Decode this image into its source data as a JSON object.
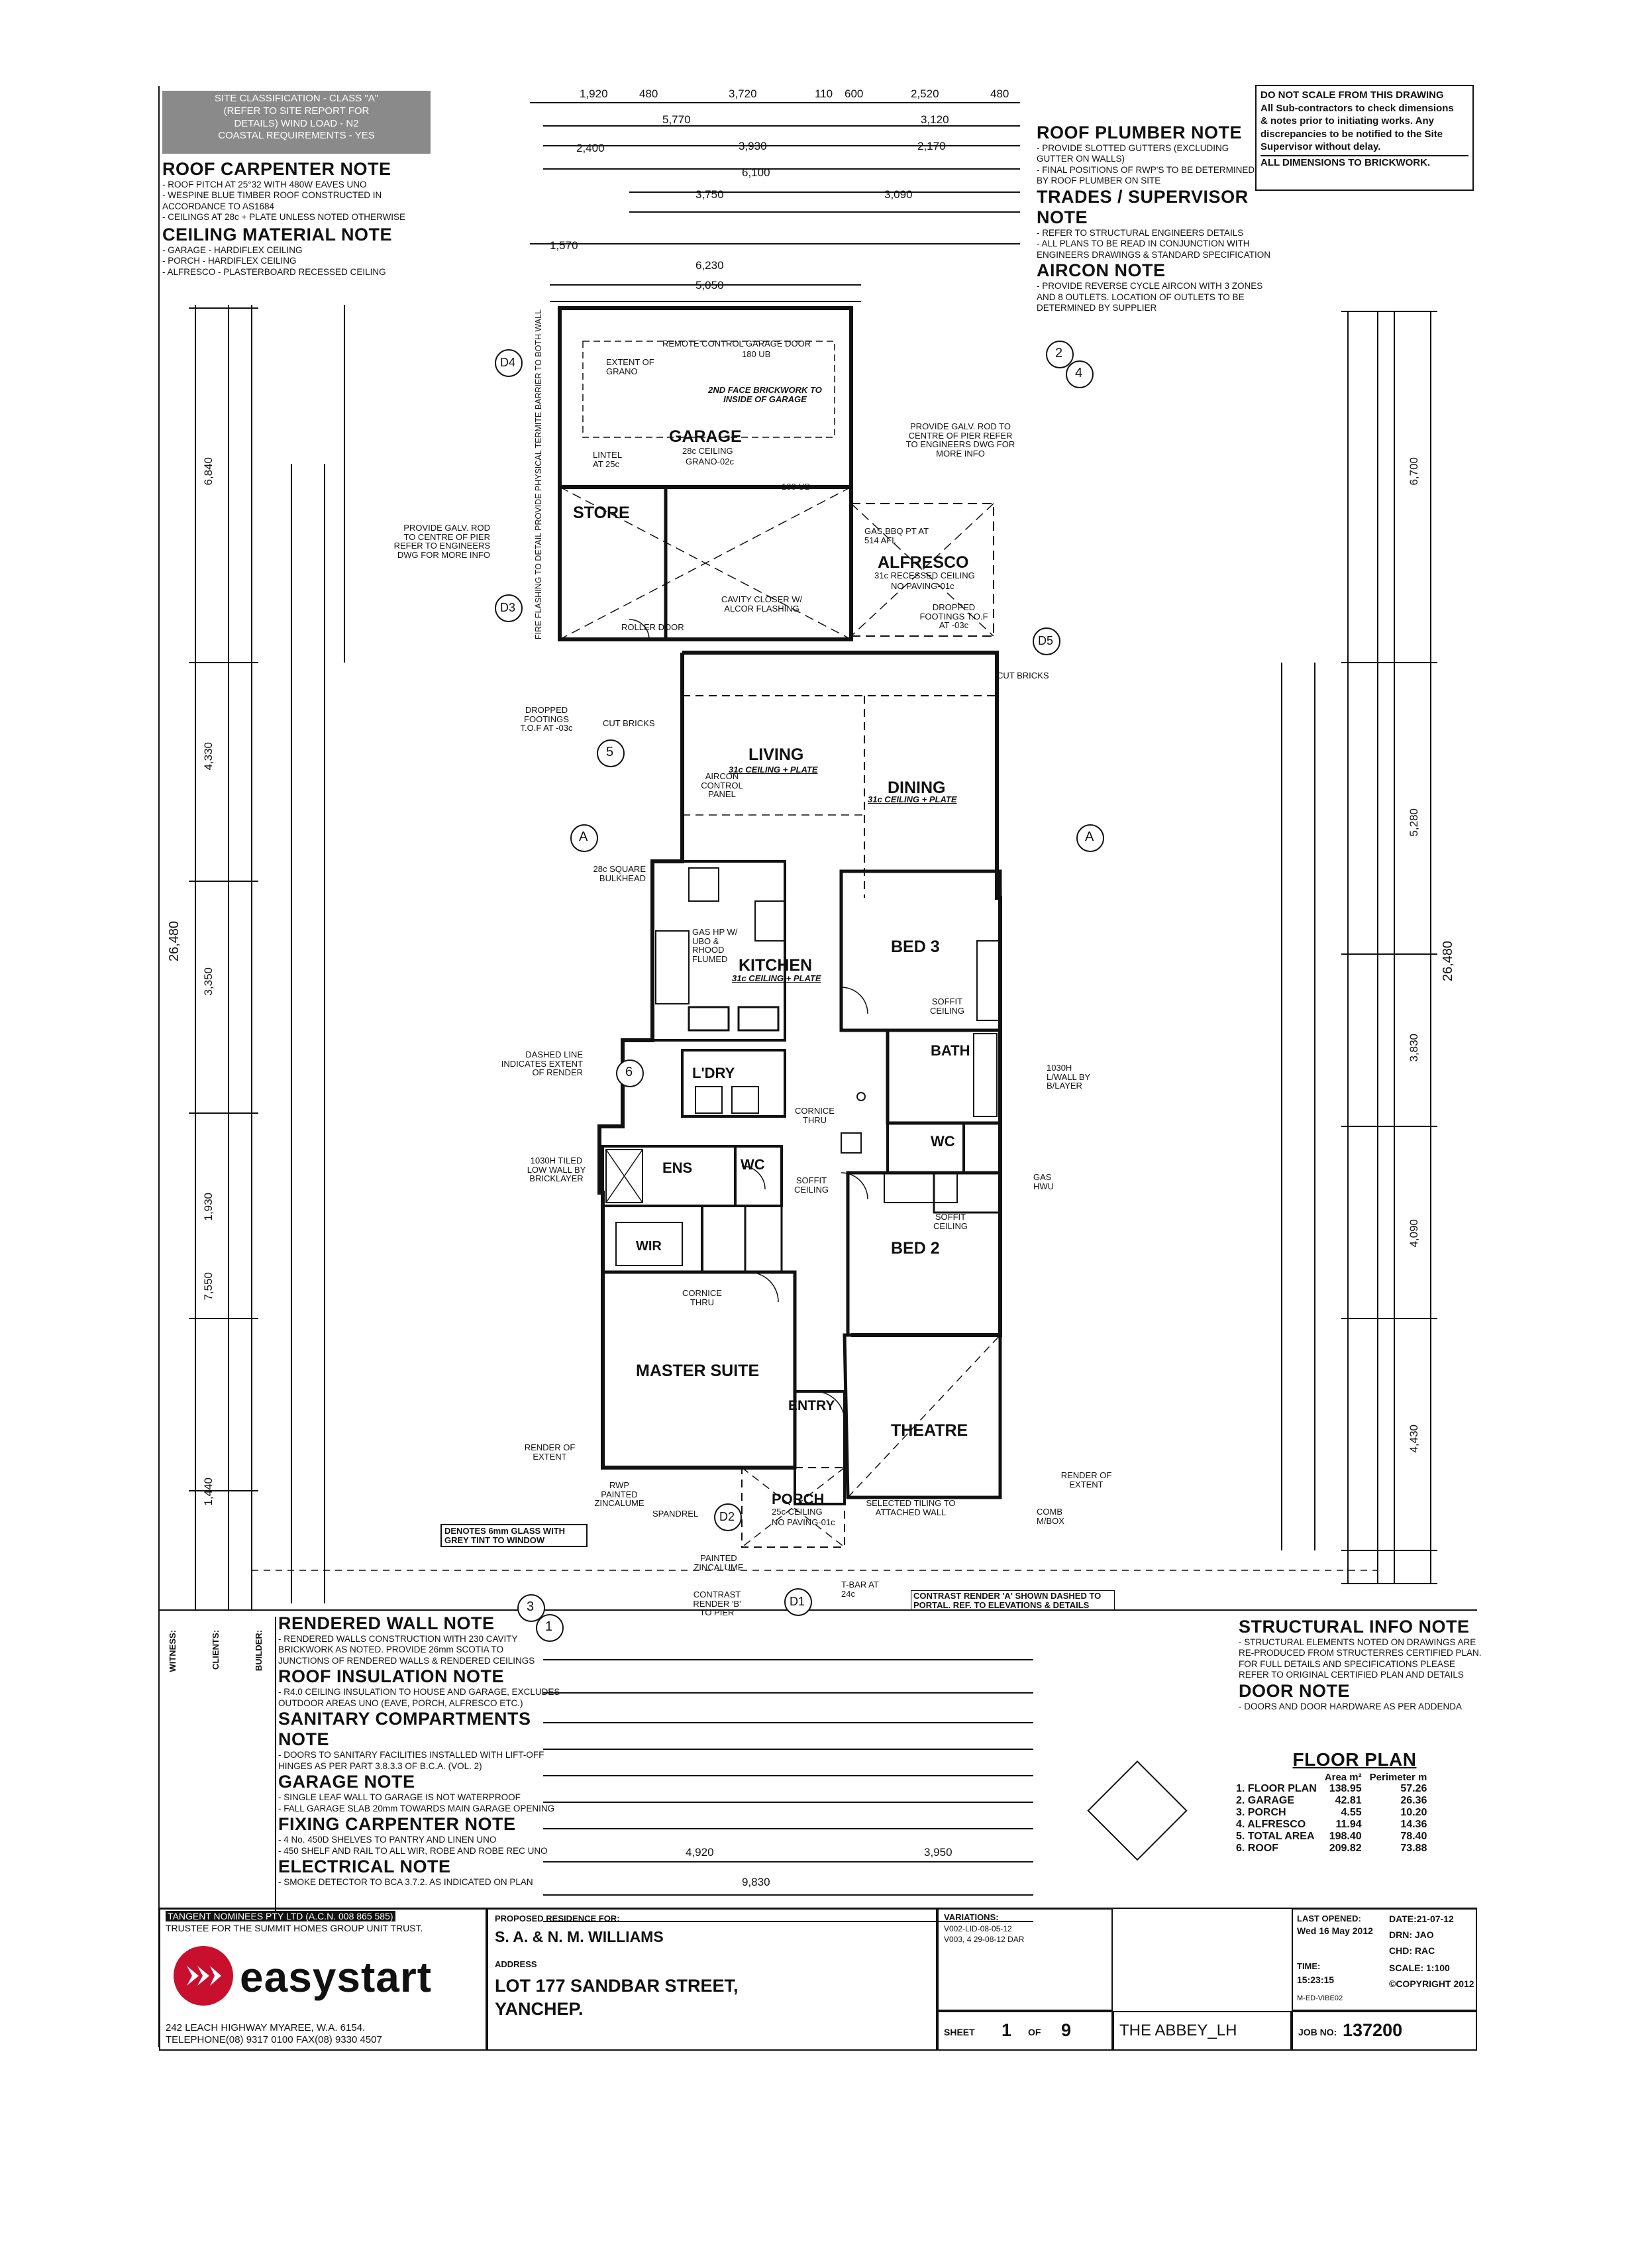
{
  "site_classification": [
    "SITE CLASSIFICATION - CLASS \"A\"",
    "(REFER TO SITE REPORT FOR",
    "DETAILS) WIND LOAD - N2",
    "COASTAL REQUIREMENTS - YES"
  ],
  "notes_left_top": [
    {
      "title": "ROOF CARPENTER NOTE",
      "lines": [
        "- ROOF PITCH AT 25°32 WITH 480W EAVES UNO",
        "- WESPINE BLUE TIMBER ROOF CONSTRUCTED IN",
        "ACCORDANCE TO AS1684",
        "- CEILINGS AT 28c + PLATE UNLESS NOTED OTHERWISE"
      ]
    },
    {
      "title": "CEILING MATERIAL NOTE",
      "lines": [
        "- GARAGE - HARDIFLEX CEILING",
        "- PORCH - HARDIFLEX CEILING",
        "- ALFRESCO - PLASTERBOARD RECESSED CEILING"
      ]
    }
  ],
  "notes_right_top": [
    {
      "title": "ROOF PLUMBER NOTE",
      "lines": [
        "- PROVIDE SLOTTED GUTTERS (EXCLUDING",
        "GUTTER ON WALLS)",
        "- FINAL POSITIONS OF RWP'S TO BE DETERMINED",
        "BY ROOF PLUMBER ON SITE"
      ]
    },
    {
      "title": "TRADES / SUPERVISOR NOTE",
      "lines": [
        "- REFER TO STRUCTURAL ENGINEERS DETAILS",
        "- ALL PLANS TO BE READ IN CONJUNCTION WITH",
        "ENGINEERS DRAWINGS & STANDARD SPECIFICATION"
      ]
    },
    {
      "title": "AIRCON NOTE",
      "lines": [
        "- PROVIDE REVERSE CYCLE AIRCON WITH 3 ZONES",
        "AND 8 OUTLETS. LOCATION OF OUTLETS TO BE",
        "DETERMINED BY SUPPLIER"
      ]
    }
  ],
  "scale_warning": [
    "DO NOT SCALE FROM THIS DRAWING",
    "All Sub-contractors to check dimensions",
    "& notes prior to initiating works. Any",
    "discrepancies to be notified to the Site",
    "Supervisor without delay."
  ],
  "scale_warning_last": "ALL DIMENSIONS TO BRICKWORK.",
  "notes_bottom_left": [
    {
      "title": "RENDERED WALL NOTE",
      "lines": [
        "- RENDERED WALLS CONSTRUCTION WITH 230 CAVITY",
        "BRICKWORK AS NOTED. PROVIDE 26mm SCOTIA TO",
        "JUNCTIONS OF RENDERED WALLS & RENDERED CEILINGS"
      ]
    },
    {
      "title": "ROOF INSULATION NOTE",
      "lines": [
        "- R4.0 CEILING INSULATION TO HOUSE AND GARAGE, EXCLUDES",
        "OUTDOOR AREAS UNO (EAVE, PORCH, ALFRESCO ETC.)"
      ]
    },
    {
      "title": "SANITARY COMPARTMENTS NOTE",
      "lines": [
        "- DOORS TO SANITARY FACILITIES INSTALLED WITH LIFT-OFF",
        "HINGES AS PER PART 3.8.3.3 OF B.C.A. (VOL. 2)"
      ]
    },
    {
      "title": "GARAGE NOTE",
      "lines": [
        "- SINGLE LEAF WALL TO GARAGE IS NOT WATERPROOF",
        "- FALL GARAGE SLAB 20mm TOWARDS MAIN GARAGE OPENING"
      ]
    },
    {
      "title": "FIXING CARPENTER NOTE",
      "lines": [
        "- 4 No. 450D SHELVES TO PANTRY AND LINEN UNO",
        "- 450 SHELF AND RAIL TO ALL WIR, ROBE AND ROBE REC UNO"
      ]
    },
    {
      "title": "ELECTRICAL NOTE",
      "lines": [
        "- SMOKE DETECTOR TO BCA 3.7.2. AS INDICATED ON PLAN"
      ]
    }
  ],
  "notes_bottom_right": [
    {
      "title": "STRUCTURAL INFO NOTE",
      "lines": [
        "- STRUCTURAL ELEMENTS NOTED ON DRAWINGS ARE",
        "RE-PRODUCED FROM STRUCTERRES CERTIFIED PLAN.",
        "FOR FULL DETAILS AND SPECIFICATIONS PLEASE",
        "REFER TO ORIGINAL CERTIFIED PLAN AND DETAILS"
      ]
    },
    {
      "title": "DOOR NOTE",
      "lines": [
        "- DOORS AND DOOR HARDWARE AS PER ADDENDA"
      ]
    }
  ],
  "floor_plan_table": {
    "title": "FLOOR PLAN",
    "col_area": "Area m²",
    "col_perimeter": "Perimeter m",
    "rows": [
      {
        "name": "1. FLOOR PLAN",
        "area": "138.95",
        "perimeter": "57.26"
      },
      {
        "name": "2. GARAGE",
        "area": "42.81",
        "perimeter": "26.36"
      },
      {
        "name": "3. PORCH",
        "area": "4.55",
        "perimeter": "10.20"
      },
      {
        "name": "4. ALFRESCO",
        "area": "11.94",
        "perimeter": "14.36"
      },
      {
        "name": "5. TOTAL AREA",
        "area": "198.40",
        "perimeter": "78.40"
      },
      {
        "name": "6. ROOF",
        "area": "209.82",
        "perimeter": "73.88"
      }
    ]
  },
  "rooms": [
    {
      "id": "garage",
      "label": "GARAGE",
      "sub": "28c CEILING",
      "sub2": "GRANO-02c"
    },
    {
      "id": "store",
      "label": "STORE",
      "sub": "",
      "sub2": ""
    },
    {
      "id": "alfresco",
      "label": "ALFRESCO",
      "sub": "31c RECESSED CEILING",
      "sub2": "NO PAVING-01c"
    },
    {
      "id": "living",
      "label": "LIVING",
      "sub": "31c CEILING + PLATE",
      "sub2": ""
    },
    {
      "id": "dining",
      "label": "DINING",
      "sub": "31c CEILING + PLATE",
      "sub2": ""
    },
    {
      "id": "kitchen",
      "label": "KITCHEN",
      "sub": "31c CEILING + PLATE",
      "sub2": ""
    },
    {
      "id": "bed3",
      "label": "BED 3",
      "sub": "",
      "sub2": ""
    },
    {
      "id": "bath",
      "label": "BATH",
      "sub": "",
      "sub2": ""
    },
    {
      "id": "ldry",
      "label": "L'DRY",
      "sub": "",
      "sub2": ""
    },
    {
      "id": "ens",
      "label": "ENS",
      "sub": "",
      "sub2": ""
    },
    {
      "id": "wc1",
      "label": "WC",
      "sub": "",
      "sub2": ""
    },
    {
      "id": "wc2",
      "label": "WC",
      "sub": "",
      "sub2": ""
    },
    {
      "id": "wir",
      "label": "WIR",
      "sub": "",
      "sub2": ""
    },
    {
      "id": "bed2",
      "label": "BED 2",
      "sub": "",
      "sub2": ""
    },
    {
      "id": "master",
      "label": "MASTER SUITE",
      "sub": "",
      "sub2": ""
    },
    {
      "id": "entry",
      "label": "ENTRY",
      "sub": "",
      "sub2": ""
    },
    {
      "id": "theatre",
      "label": "THEATRE",
      "sub": "",
      "sub2": ""
    },
    {
      "id": "porch",
      "label": "PORCH",
      "sub": "25c CEILING",
      "sub2": "NO PAVING-01c"
    }
  ],
  "plan_annotations": {
    "remote_garage_door": "REMOTE CONTROL GARAGE DOOR",
    "extent_of_grano": "EXTENT OF GRANO",
    "second_face_brickwork": "2ND FACE BRICKWORK TO INSIDE OF GARAGE",
    "lintel": "LINTEL AT 25c",
    "ub180": "180 UB",
    "cavity_closer": "CAVITY CLOSER W/ ALCOR FLASHING",
    "gas_bbq": "GAS BBQ PT AT 514 AFL",
    "provide_galv_rod": "PROVIDE GALV. ROD TO CENTRE OF PIER REFER TO ENGINEERS DWG FOR MORE INFO",
    "dropped_footings": "DROPPED FOOTINGS T.O.F AT -03c",
    "fire_flashing": "FIRE FLASHING TO DETAIL PROVIDE PHYSICAL TERMITE BARRIER TO BOTH WALL",
    "aircon_panel": "AIRCON CONTROL PANEL",
    "bulkhead": "28c SQUARE BULKHEAD",
    "gas_hp": "GAS HP W/ UBO & RHOOD FLUMED",
    "soffit_ceiling": "SOFFIT CEILING",
    "dashed_line": "DASHED LINE INDICATES EXTENT OF RENDER",
    "tiled_low_wall": "1030H TILED LOW WALL BY BRICKLAYER",
    "cornice_thru": "CORNICE THRU",
    "gas_hwu": "GAS HWU",
    "render_of_extent": "RENDER OF EXTENT",
    "rwp_painted": "RWP PAINTED ZINCALUME",
    "spandrel": "SPANDREL",
    "selected_tiling": "SELECTED TILING TO ATTACHED WALL",
    "comb_mbox": "COMB M/BOX",
    "contrast_render": "CONTRAST RENDER 'B' TO PIER",
    "t_bar": "T-BAR AT 24c",
    "contrast_note": "CONTRAST RENDER 'A' SHOWN DASHED TO PORTAL. REF. TO ELEVATIONS & DETAILS",
    "glass_note": "DENOTES 6mm GLASS WITH GREY TINT TO WINDOW",
    "painted_zincalume": "PAINTED ZINCALUME",
    "dropped_footings_left": "DROPPED FOOTINGS T.O.F AT -03c",
    "l_wall": "1030H L/WALL BY B/LAYER",
    "roller_door": "ROLLER DOOR",
    "cut_bricks": "CUT BRICKS"
  },
  "top_dims": {
    "row1": [
      "1,920",
      "480",
      "3,720",
      "110",
      "600",
      "2,520",
      "480"
    ],
    "row2": [
      "5,770",
      "3,120"
    ],
    "row3": [
      "2,400",
      "3,930",
      "2,170"
    ],
    "row4": [
      "6,100",
      "3,750",
      "3,090"
    ],
    "row5": [
      "1,570",
      "6,230",
      "5,050"
    ]
  },
  "overall_dims": {
    "left_height": "26,480",
    "right_height": "26,480",
    "left_sub": [
      "6,840",
      "4,330",
      "3,350",
      "1,930",
      "7,550",
      "1,440"
    ],
    "right_sub": [
      "6,700",
      "5,280",
      "3,830",
      "4,090",
      "4,430"
    ],
    "bottom_width": "9,830",
    "bottom_sub": [
      "4,920",
      "3,950"
    ]
  },
  "section_markers": [
    "D4",
    "D3",
    "D2",
    "D1",
    "D5",
    "5",
    "6",
    "A",
    "A",
    "2",
    "4",
    "3",
    "1"
  ],
  "side_labels": [
    "WITNESS:",
    "CLIENTS:",
    "BUILDER:"
  ],
  "title_block": {
    "company_line1": "TANGENT NOMINEES PTY LTD (A.C.N. 008 865 585)",
    "company_line2": "TRUSTEE FOR THE SUMMIT HOMES GROUP UNIT TRUST.",
    "logo_text": "easystart",
    "address_line1": "242 LEACH HIGHWAY MYAREE, W.A. 6154.",
    "address_line2": "TELEPHONE(08) 9317 0100 FAX(08) 9330 4507",
    "proposed_label": "PROPOSED RESIDENCE FOR:",
    "client_name": "S. A. & N. M. WILLIAMS",
    "address_label": "ADDRESS",
    "lot_line1": "LOT 177 SANDBAR STREET,",
    "lot_line2": "YANCHEP.",
    "variations_label": "VARIATIONS:",
    "variation1": "V002-LID-08-05-12",
    "variation2": "V003, 4 29-08-12 DAR",
    "sheet_label": "SHEET",
    "sheet_num": "1",
    "of_label": "OF",
    "sheet_total": "9",
    "design_name": "THE ABBEY_LH",
    "last_opened_label": "LAST OPENED:",
    "last_opened": "Wed 16 May 2012",
    "time_label": "TIME:",
    "time": "15:23:15",
    "file_code": "M-ED-VIBE02",
    "date_label": "DATE:21-07-12",
    "drn": "DRN: JAO",
    "chd": "CHD: RAC",
    "scale": "SCALE: 1:100",
    "copyright": "©COPYRIGHT 2012",
    "job_label": "JOB NO:",
    "job_no": "137200"
  }
}
